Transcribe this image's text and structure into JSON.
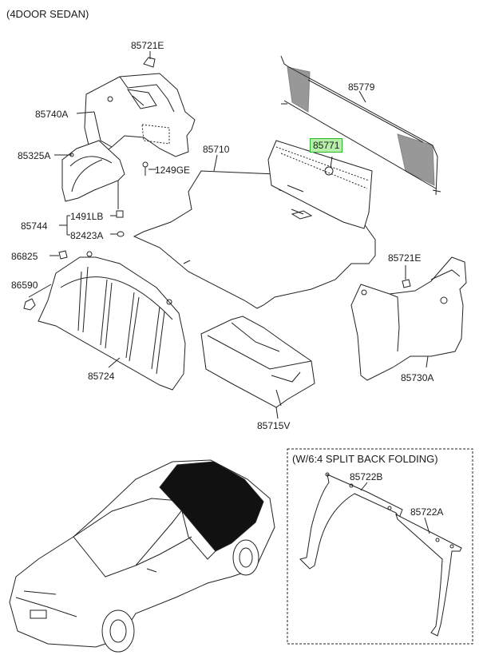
{
  "header": {
    "variant": "(4DOOR SEDAN)"
  },
  "inset": {
    "title": "(W/6:4 SPLIT BACK FOLDING)"
  },
  "highlight_color": "#b6f0a8",
  "parts": {
    "p85721E_top": "85721E",
    "p85740A": "85740A",
    "p85325A": "85325A",
    "p1249GE": "1249GE",
    "p85744": "85744",
    "p1491LB": "1491LB",
    "p82423A": "82423A",
    "p86825": "86825",
    "p86590": "86590",
    "p85724": "85724",
    "p85710": "85710",
    "p85779": "85779",
    "p85771": "85771",
    "p85721E_right": "85721E",
    "p85730A": "85730A",
    "p85715V": "85715V",
    "p85722B": "85722B",
    "p85722A": "85722A"
  }
}
